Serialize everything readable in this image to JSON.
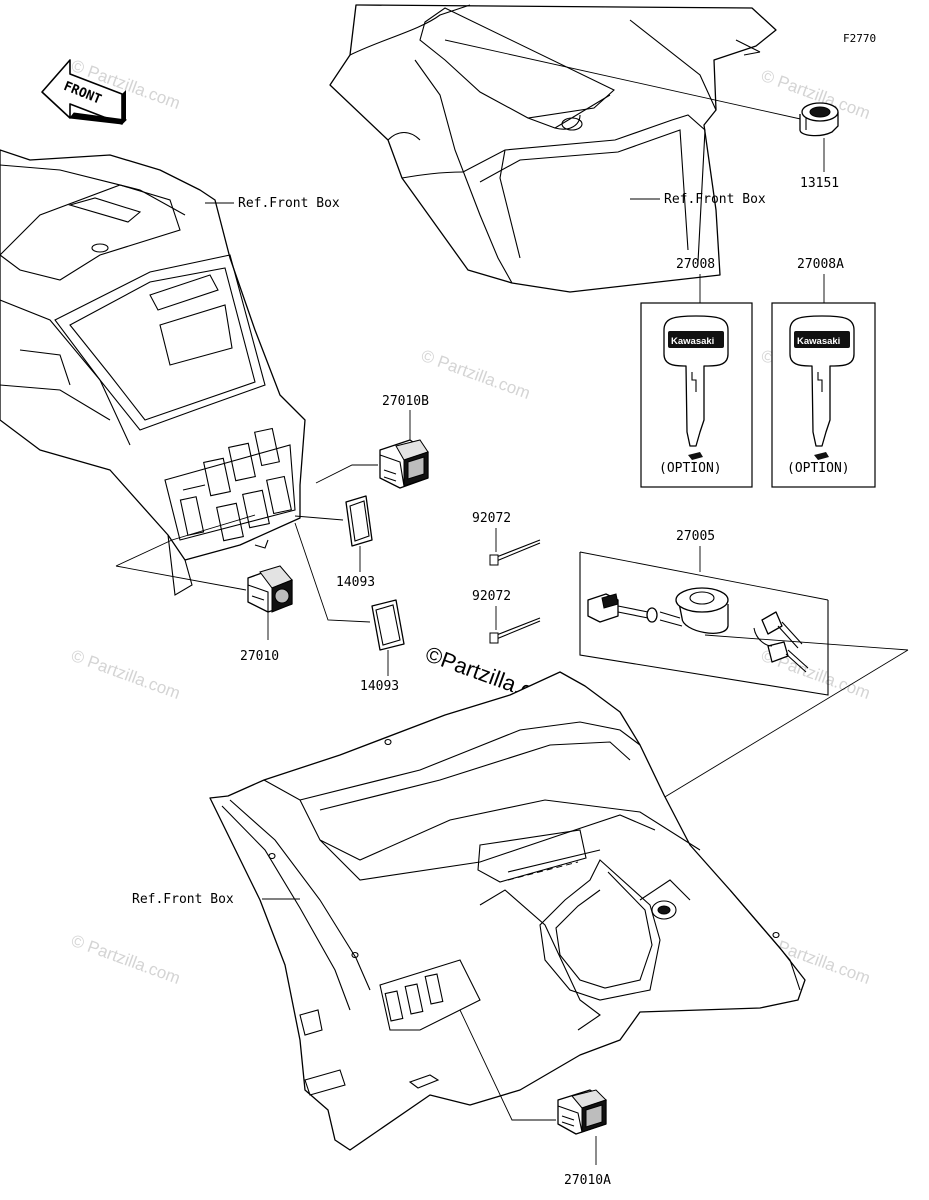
{
  "figure_code": "F2770",
  "front_arrow": "FRONT",
  "references": {
    "top_right": "Ref.Front Box",
    "left": "Ref.Front Box",
    "bottom": "Ref.Front Box"
  },
  "parts": {
    "socket": "13151",
    "key_blank": "27008",
    "key_blank_a": "27008A",
    "switch_b": "27010B",
    "switch": "27010",
    "switch_a": "27010A",
    "blank_cover_1": "14093",
    "blank_cover_2": "14093",
    "band_1": "92072",
    "band_2": "92072",
    "ignition_switch": "27005"
  },
  "key_cards": {
    "option_label": "(OPTION)",
    "brand_text": "Kawasaki"
  },
  "copyright": "©Partzilla.com",
  "watermark": "© Partzilla.com"
}
